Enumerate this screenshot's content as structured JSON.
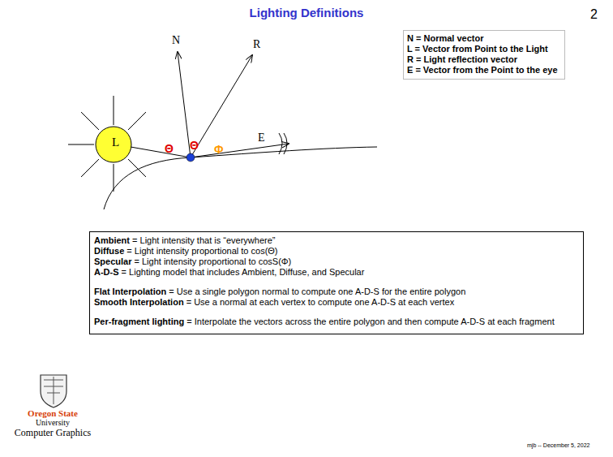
{
  "diagram": {
    "title": "Lighting Definitions",
    "nodes": [
      {
        "text": [
          "N = Normal vector",
          "L = Vector from Point to the Light",
          "R = Light reflection vector",
          "E = Vector from the Point to the eye"
        ]
      },
      {
        "text": [
          "L"
        ]
      },
      {
        "text": [
          "Ambient = Light intensity that is “everywhere”",
          "Diffuse = Light intensity proportional to cos(Θ)",
          "Specular = Light intensity proportional to cosS(Φ)",
          "A-D-S = Lighting model that includes Ambient, Diffuse, and Specular",
          "Flat Interpolation = Use a single polygon normal to compute one A-D-S for the entire polygon",
          "Smooth Interpolation = Use a normal at each vertex to compute one A-D-S at each vertex",
          "Per-fragment lighting = Interpolate the vectors across the entire polygon and then compute A-D-S at each fragment"
        ]
      }
    ],
    "labels": [
      "2",
      "N",
      "R",
      "E",
      "Θ",
      "Θ",
      "Φ",
      "Oregon State",
      "University",
      "Computer Graphics",
      "mjb -- December 5, 2022"
    ]
  }
}
